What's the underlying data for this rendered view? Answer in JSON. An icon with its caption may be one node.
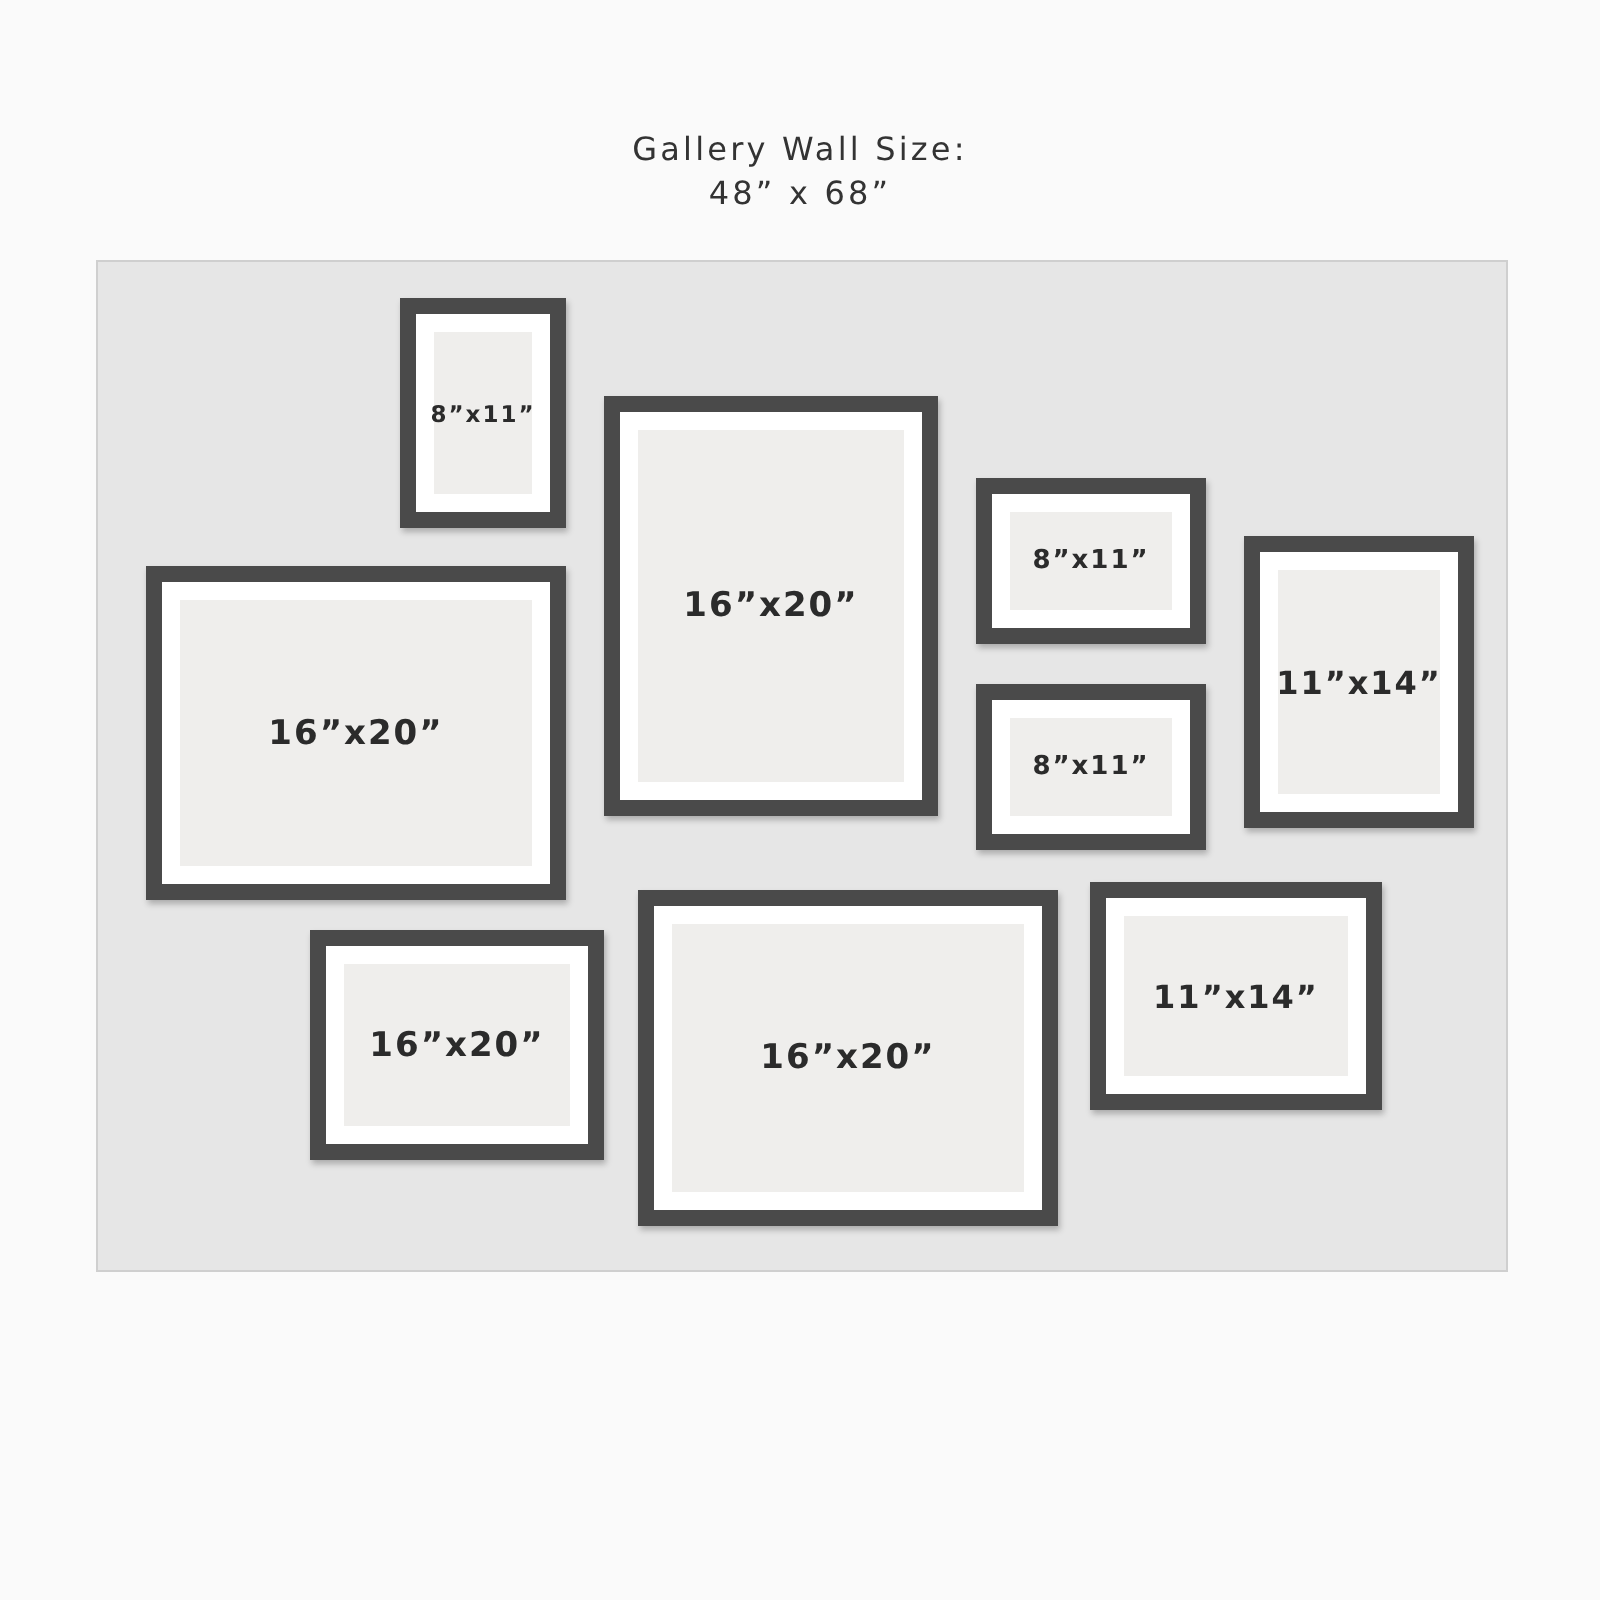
{
  "diagram": {
    "title": "Gallery Wall Size: 48” x 68”",
    "nodes": [
      {
        "text": [],
        "shape": "box"
      },
      {
        "text": [
          "8”x11”"
        ],
        "in": 0
      },
      {
        "text": [
          "16”x20”"
        ],
        "in": 0
      },
      {
        "text": [
          "8”x11”"
        ],
        "in": 0
      },
      {
        "text": [
          "11”x14”"
        ],
        "in": 0
      },
      {
        "text": [
          "16”x20”"
        ],
        "in": 0
      },
      {
        "text": [
          "8”x11”"
        ],
        "in": 0
      },
      {
        "text": [
          "11”x14”"
        ],
        "in": 0
      },
      {
        "text": [
          "16”x20”"
        ],
        "in": 0
      },
      {
        "text": [
          "16”x20”"
        ],
        "in": 0
      }
    ],
    "edges": []
  }
}
